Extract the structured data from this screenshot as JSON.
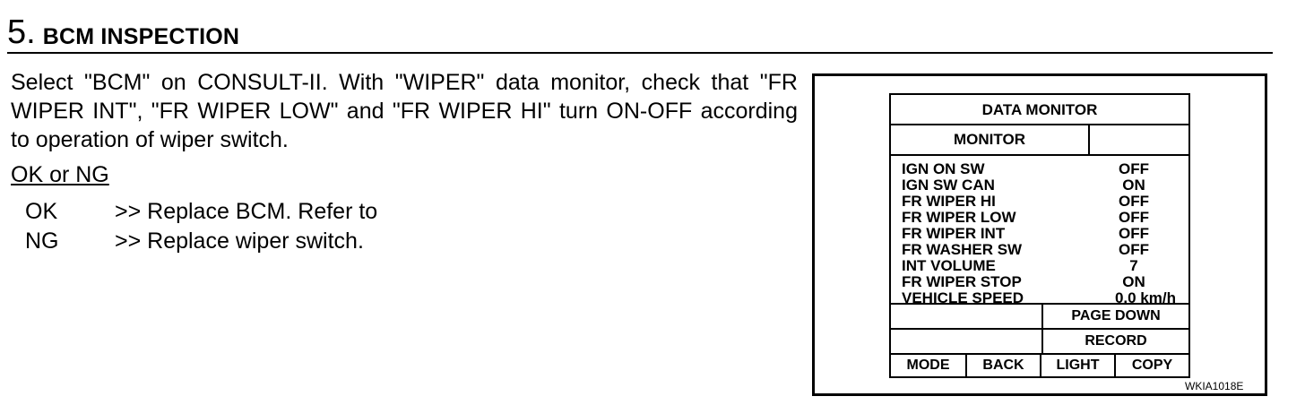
{
  "section": {
    "number": "5.",
    "title": "BCM INSPECTION"
  },
  "body": {
    "instruction": "Select \"BCM\" on CONSULT-II. With \"WIPER\" data monitor, check that \"FR WIPER INT\", \"FR WIPER LOW\" and \"FR WIPER HI\" turn ON-OFF according to operation of wiper switch.",
    "ok_or_ng": "OK or NG",
    "results": [
      {
        "code": "OK",
        "action": ">> Replace BCM. Refer to"
      },
      {
        "code": "NG",
        "action": ">> Replace  wiper  switch."
      }
    ]
  },
  "screen": {
    "header": "DATA MONITOR",
    "monitor_label": "MONITOR",
    "items": [
      {
        "name": "IGN ON SW",
        "value": "OFF"
      },
      {
        "name": "IGN SW CAN",
        "value": "ON"
      },
      {
        "name": "FR WIPER HI",
        "value": "OFF"
      },
      {
        "name": "FR WIPER LOW",
        "value": "OFF"
      },
      {
        "name": "FR WIPER INT",
        "value": "OFF"
      },
      {
        "name": "FR WASHER SW",
        "value": "OFF"
      },
      {
        "name": "INT VOLUME",
        "value": "7"
      },
      {
        "name": "FR WIPER STOP",
        "value": "ON"
      },
      {
        "name": "VEHICLE SPEED",
        "value": "0.0 km/h"
      }
    ],
    "page_down": "PAGE DOWN",
    "record": "RECORD",
    "bottom_buttons": [
      "MODE",
      "BACK",
      "LIGHT",
      "COPY"
    ]
  },
  "figure_id": "WKIA1018E"
}
